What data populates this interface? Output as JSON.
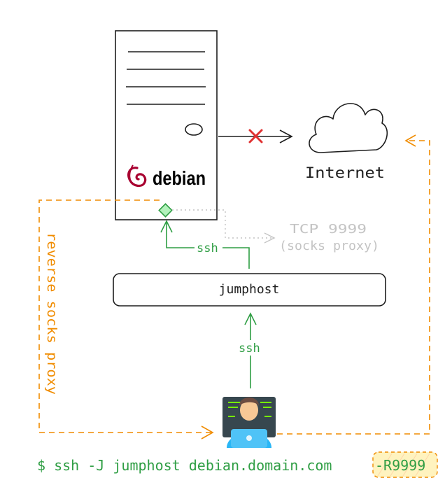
{
  "diagram": {
    "server": {
      "logo_text": "debian"
    },
    "internet": {
      "label": "Internet"
    },
    "port_note": {
      "line1": "TCP 9999",
      "line2": "(socks proxy)"
    },
    "jumphost": {
      "label": "jumphost"
    },
    "ssh_labels": {
      "upper": "ssh",
      "lower": "ssh"
    },
    "reverse_label": "reverse socks proxy",
    "command": {
      "prefix": "$ ssh -J jumphost debian.domain.com ",
      "highlight": "-R9999"
    }
  },
  "colors": {
    "ssh_green": "#2f9e44",
    "proxy_orange": "#f08c00",
    "blocked_red": "#e03131",
    "note_gray": "#c4c4c4",
    "debian_red": "#a80030"
  }
}
